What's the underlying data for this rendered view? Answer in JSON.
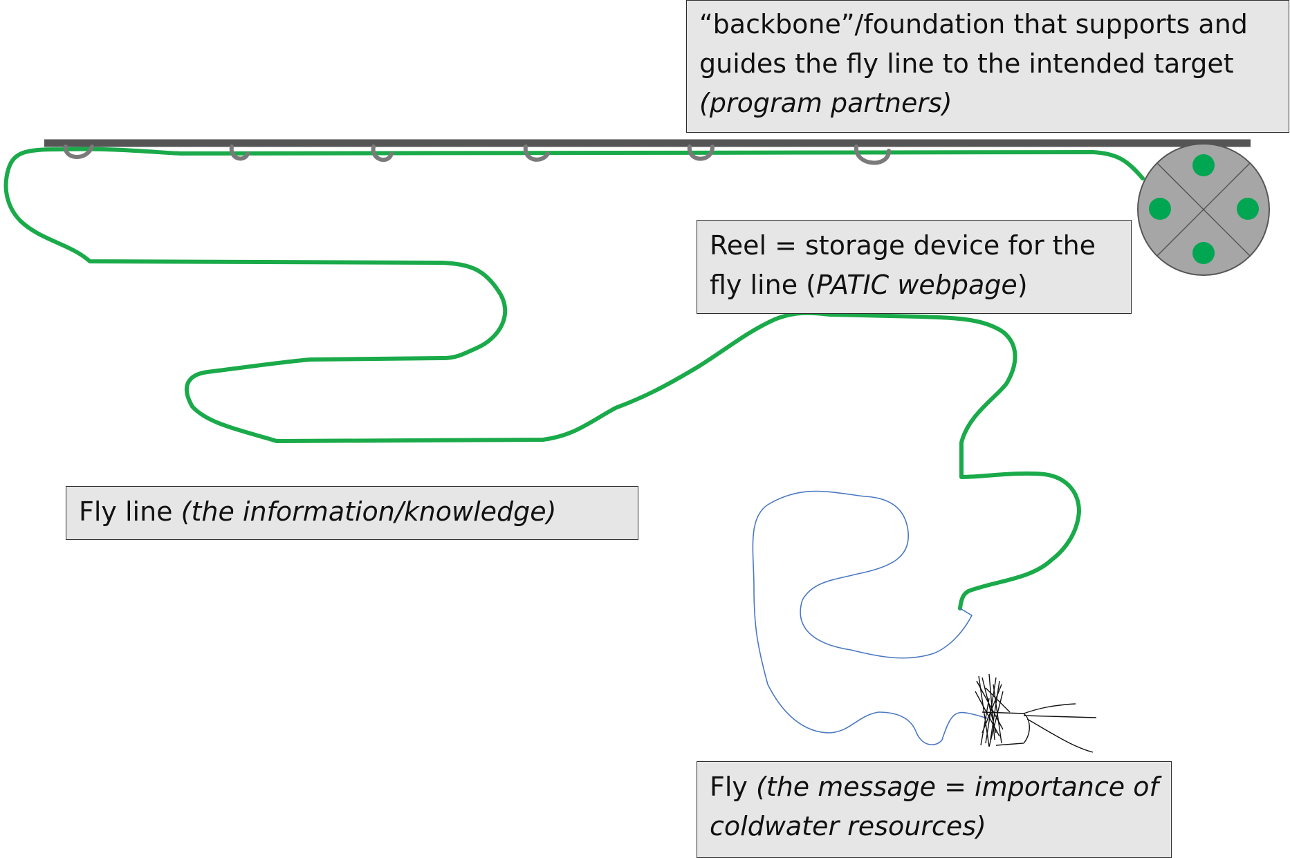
{
  "labels": {
    "rod": {
      "line1": "“backbone”/foundation that supports and",
      "line2": "guides the fly line to the intended target",
      "line3": "(program partners)"
    },
    "reel": {
      "line1": "Reel = storage device for the",
      "line2_prefix": "fly line (",
      "line2_italic": "PATIC webpage",
      "line2_suffix": ")"
    },
    "fly_line": {
      "plain": "Fly line ",
      "italic": "(the information/knowledge)"
    },
    "fly": {
      "plain": "Fly ",
      "italic_line1": "(the message = importance of",
      "italic_line2": "coldwater resources)"
    }
  },
  "colors": {
    "fly_line": "#1aaa4a",
    "leader": "#4a78c2",
    "rod": "#555555",
    "guides": "#7a7a7a",
    "reel": "#a6a6a6",
    "reel_dots": "#00a651",
    "box_fill": "#e6e6e6"
  },
  "icons": [
    "fishing-rod",
    "line-guide",
    "reel",
    "fly-lure"
  ]
}
